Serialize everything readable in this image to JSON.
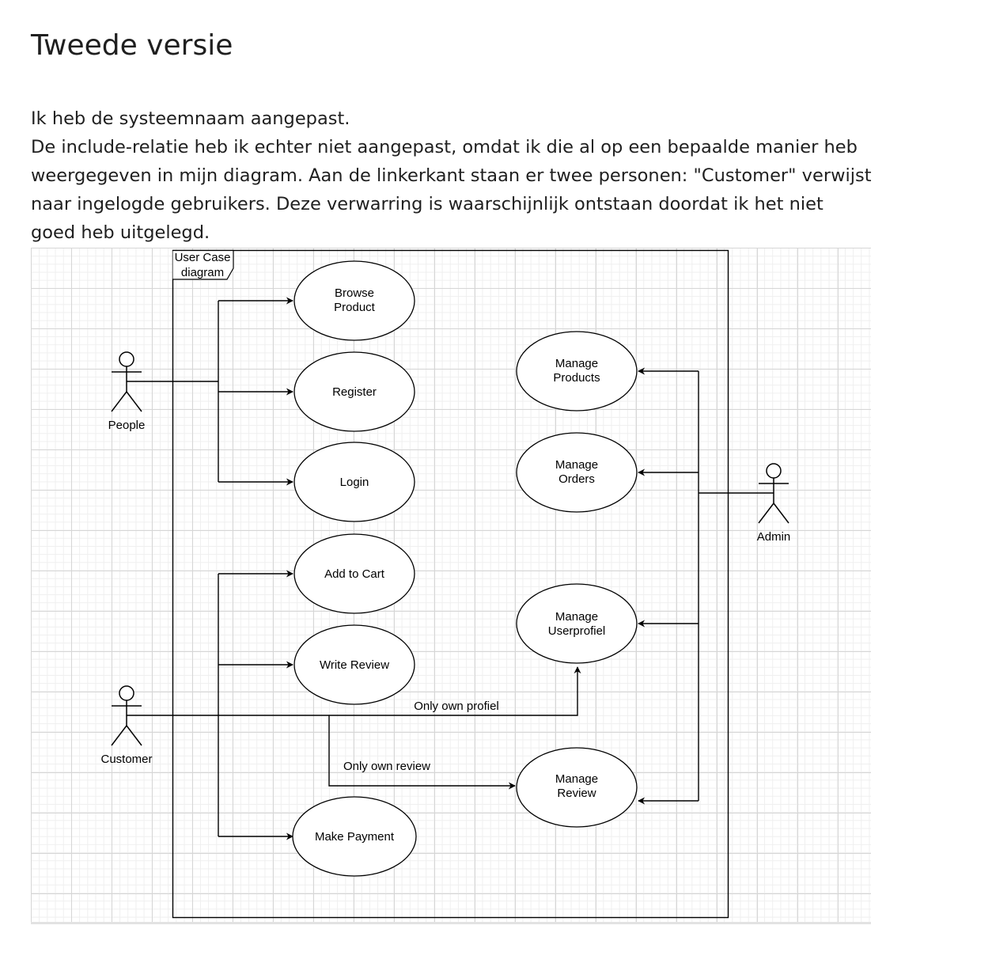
{
  "page": {
    "title": "Tweede versie",
    "paragraph_lines": [
      "Ik heb de systeemnaam aangepast.",
      "De include-relatie heb ik echter niet aangepast, omdat ik die al op een bepaalde manier heb",
      "weergegeven in mijn diagram. Aan de linkerkant staan er twee personen: \"Customer\" verwijst",
      "naar ingelogde gebruikers. Deze verwarring is waarschijnlijk ontstaan doordat ik het niet",
      "goed heb uitgelegd."
    ]
  },
  "diagram": {
    "frame_label": [
      "User Case",
      "diagram"
    ],
    "actors": {
      "people": "People",
      "customer": "Customer",
      "admin": "Admin"
    },
    "use_cases": {
      "browse_product": [
        "Browse",
        "Product"
      ],
      "register": [
        "Register"
      ],
      "login": [
        "Login"
      ],
      "add_to_cart": [
        "Add to Cart"
      ],
      "write_review": [
        "Write Review"
      ],
      "make_payment": [
        "Make Payment"
      ],
      "manage_products": [
        "Manage",
        "Products"
      ],
      "manage_orders": [
        "Manage",
        "Orders"
      ],
      "manage_userprofiel": [
        "Manage",
        "Userprofiel"
      ],
      "manage_review": [
        "Manage",
        "Review"
      ]
    },
    "edge_labels": {
      "own_profiel": "Only own profiel",
      "own_review": "Only own review"
    }
  }
}
